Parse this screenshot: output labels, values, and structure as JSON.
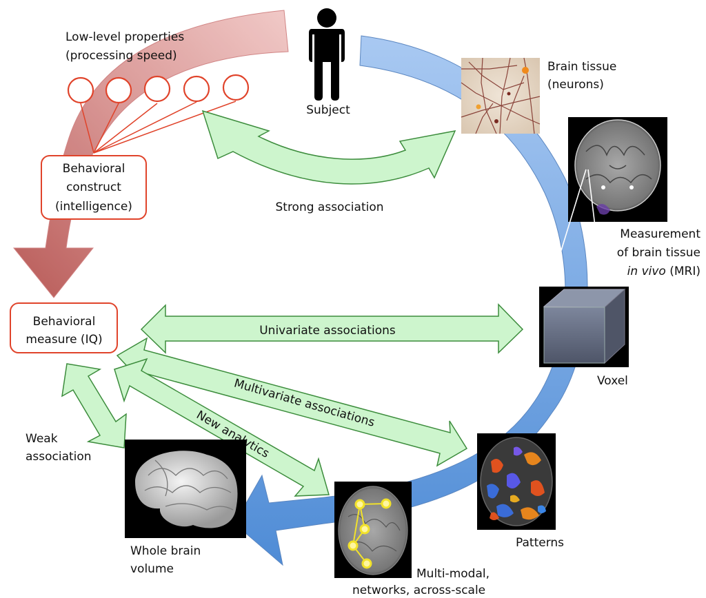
{
  "diagram": {
    "type": "flow-cycle",
    "colors": {
      "blue_arc": "#6fa3e0",
      "blue_arc_light": "#a9c9f2",
      "red_arc": "#c0504d",
      "red_arc_light": "#e8b3b1",
      "red_outline": "#e0432a",
      "green_fill": "#cdf5cd",
      "green_stroke": "#3c8c3c",
      "text": "#111111"
    },
    "nodes": {
      "subject": {
        "label": "Subject"
      },
      "brain_tissue": {
        "label_line1": "Brain tissue",
        "label_line2": "(neurons)"
      },
      "mri": {
        "label_line1": "Measurement",
        "label_line2": "of brain tissue",
        "label_line3_italic": "in vivo",
        "label_line3_rest": " (MRI)"
      },
      "voxel": {
        "label": "Voxel"
      },
      "patterns": {
        "label": "Patterns"
      },
      "networks": {
        "label_line1": "Multi-modal,",
        "label_line2": "networks, across-scale"
      },
      "whole_brain": {
        "label_line1": "Whole brain",
        "label_line2": "volume"
      },
      "behavioral_construct": {
        "line1": "Behavioral",
        "line2": "construct",
        "line3": "(intelligence)"
      },
      "behavioral_measure": {
        "line1": "Behavioral",
        "line2": "measure (IQ)"
      },
      "low_level": {
        "line1": "Low-level properties",
        "line2": "(processing speed)",
        "circle_count": 5
      }
    },
    "associations": {
      "strong": "Strong association",
      "univariate": "Univariate associations",
      "multivariate": "Multivariate associations",
      "new_analytics": "New analytics",
      "weak_line1": "Weak",
      "weak_line2": "association"
    }
  }
}
